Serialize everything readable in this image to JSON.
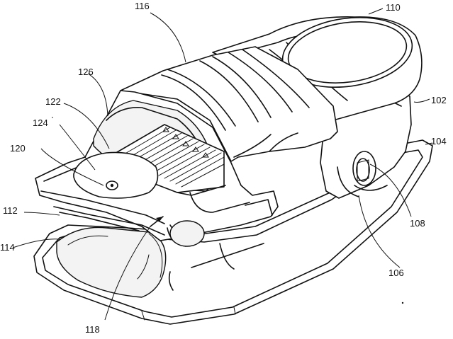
{
  "labels": [
    {
      "id": "116",
      "text": "116"
    },
    {
      "id": "110",
      "text": "110"
    },
    {
      "id": "126",
      "text": "126"
    },
    {
      "id": "122",
      "text": "122"
    },
    {
      "id": "124",
      "text": "124"
    },
    {
      "id": "120",
      "text": "120"
    },
    {
      "id": "102",
      "text": "102"
    },
    {
      "id": "104",
      "text": "104"
    },
    {
      "id": "112",
      "text": "112"
    },
    {
      "id": "108",
      "text": "108"
    },
    {
      "id": "114",
      "text": "114"
    },
    {
      "id": "106",
      "text": "106"
    },
    {
      "id": "118",
      "text": "118"
    }
  ]
}
